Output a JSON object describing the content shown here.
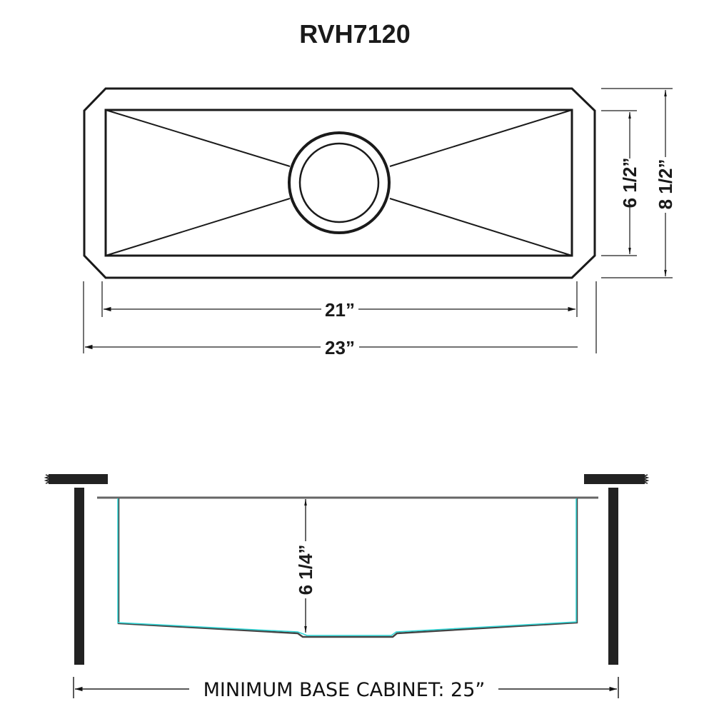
{
  "title": "RVH7120",
  "top_view": {
    "dimensions": {
      "inner_length": "21”",
      "outer_length": "23”",
      "inner_width": "6 1/2”",
      "outer_width": "8 1/2”"
    }
  },
  "side_view": {
    "dimensions": {
      "depth": "6 1/4”",
      "min_base_cabinet": "MINIMUM BASE CABINET: 25”"
    }
  },
  "colors": {
    "line": "#1a1a1a",
    "dimension_line": "#444444",
    "accent_cyan": "#2fd6d6",
    "countertop": "#222222"
  }
}
